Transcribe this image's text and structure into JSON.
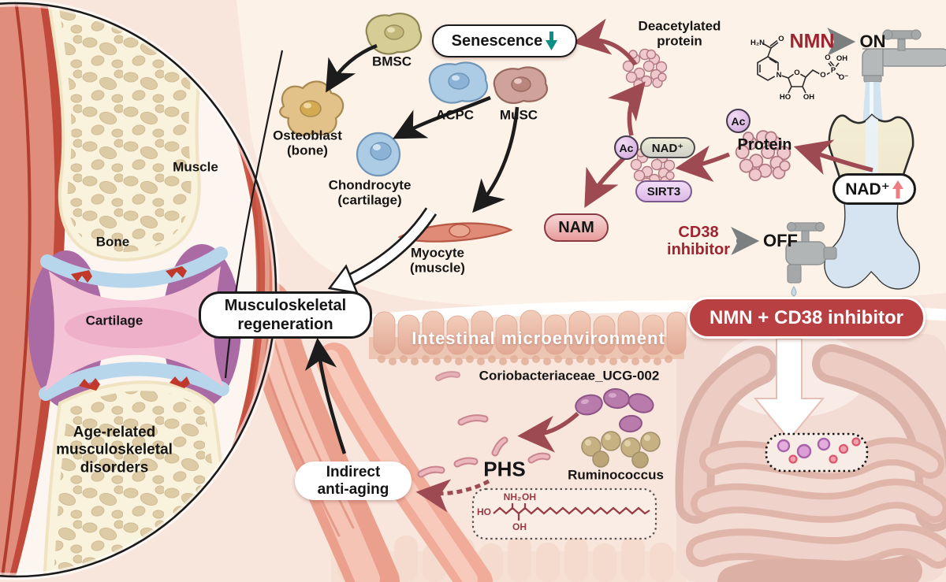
{
  "colors": {
    "background": "#f8e6dd",
    "panel_cream": "#fdf2e8",
    "banner_red": "#b94042",
    "deep_red_text": "#9e2430",
    "arrow_red": "#9e4a52",
    "teal_arrow": "#0e8f85",
    "purple_pill": "#e9cdf0",
    "pink_pill": "#f0b9bb"
  },
  "joint": {
    "muscle": "Muscle",
    "bone": "Bone",
    "cartilage": "Cartilage",
    "disorders_line1": "Age-related",
    "disorders_line2": "musculoskeletal",
    "disorders_line3": "disorders"
  },
  "cells": {
    "bmsc": "BMSC",
    "acpc": "ACPC",
    "musc": "MuSC",
    "osteoblast_line1": "Osteoblast",
    "osteoblast_line2": "(bone)",
    "chondrocyte_line1": "Chondrocyte",
    "chondrocyte_line2": "(cartilage)",
    "myocyte_line1": "Myocyte",
    "myocyte_line2": "(muscle)",
    "senescence": "Senescence"
  },
  "nad": {
    "deacetylated_line1": "Deacetylated",
    "deacetylated_line2": "protein",
    "nmn": "NMN",
    "on": "ON",
    "off": "OFF",
    "ac": "Ac",
    "nad_plus": "NAD⁺",
    "protein": "Protein",
    "sirt3": "SIRT3",
    "nam": "NAM",
    "cd38_line1": "CD38",
    "cd38_line2": "inhibitor",
    "nad_up": "NAD⁺",
    "chem": {
      "h2n": "H₂N",
      "o_amide": "O",
      "n_ring": "N",
      "o_ring": "O",
      "ho": "HO",
      "oh": "OH",
      "o_link": "O",
      "p": "P",
      "oh_p": "OH",
      "o_minus": "O⁻"
    }
  },
  "regen": {
    "line1": "Musculoskeletal",
    "line2": "regeneration"
  },
  "banner": {
    "label": "NMN + CD38 inhibitor"
  },
  "gut": {
    "title": "Intestinal microenvironment",
    "coriobacteriaceae": "Coriobacteriaceae_UCG-002",
    "phs": "PHS",
    "ruminococcus": "Ruminococcus",
    "indirect_line1": "Indirect",
    "indirect_line2": "anti-aging",
    "chem": {
      "ho": "HO",
      "nh2": "NH₂",
      "oh_top": "OH",
      "oh_bottom": "OH"
    }
  }
}
